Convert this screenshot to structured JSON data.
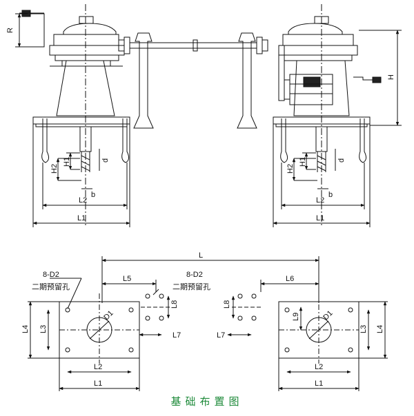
{
  "diagram": {
    "caption": "基础布置图",
    "note_holes": "8-D2",
    "note_second_stage": "二期预留孔",
    "labels": {
      "R": "R",
      "H": "H",
      "H1": "H1",
      "H2": "H2",
      "d": "d",
      "b": "b",
      "L": "L",
      "L1": "L1",
      "L2": "L2",
      "L3": "L3",
      "L4": "L4",
      "L5": "L5",
      "L6": "L6",
      "L7": "L7",
      "L8": "L8",
      "L9": "L9",
      "D1": "D1"
    }
  }
}
